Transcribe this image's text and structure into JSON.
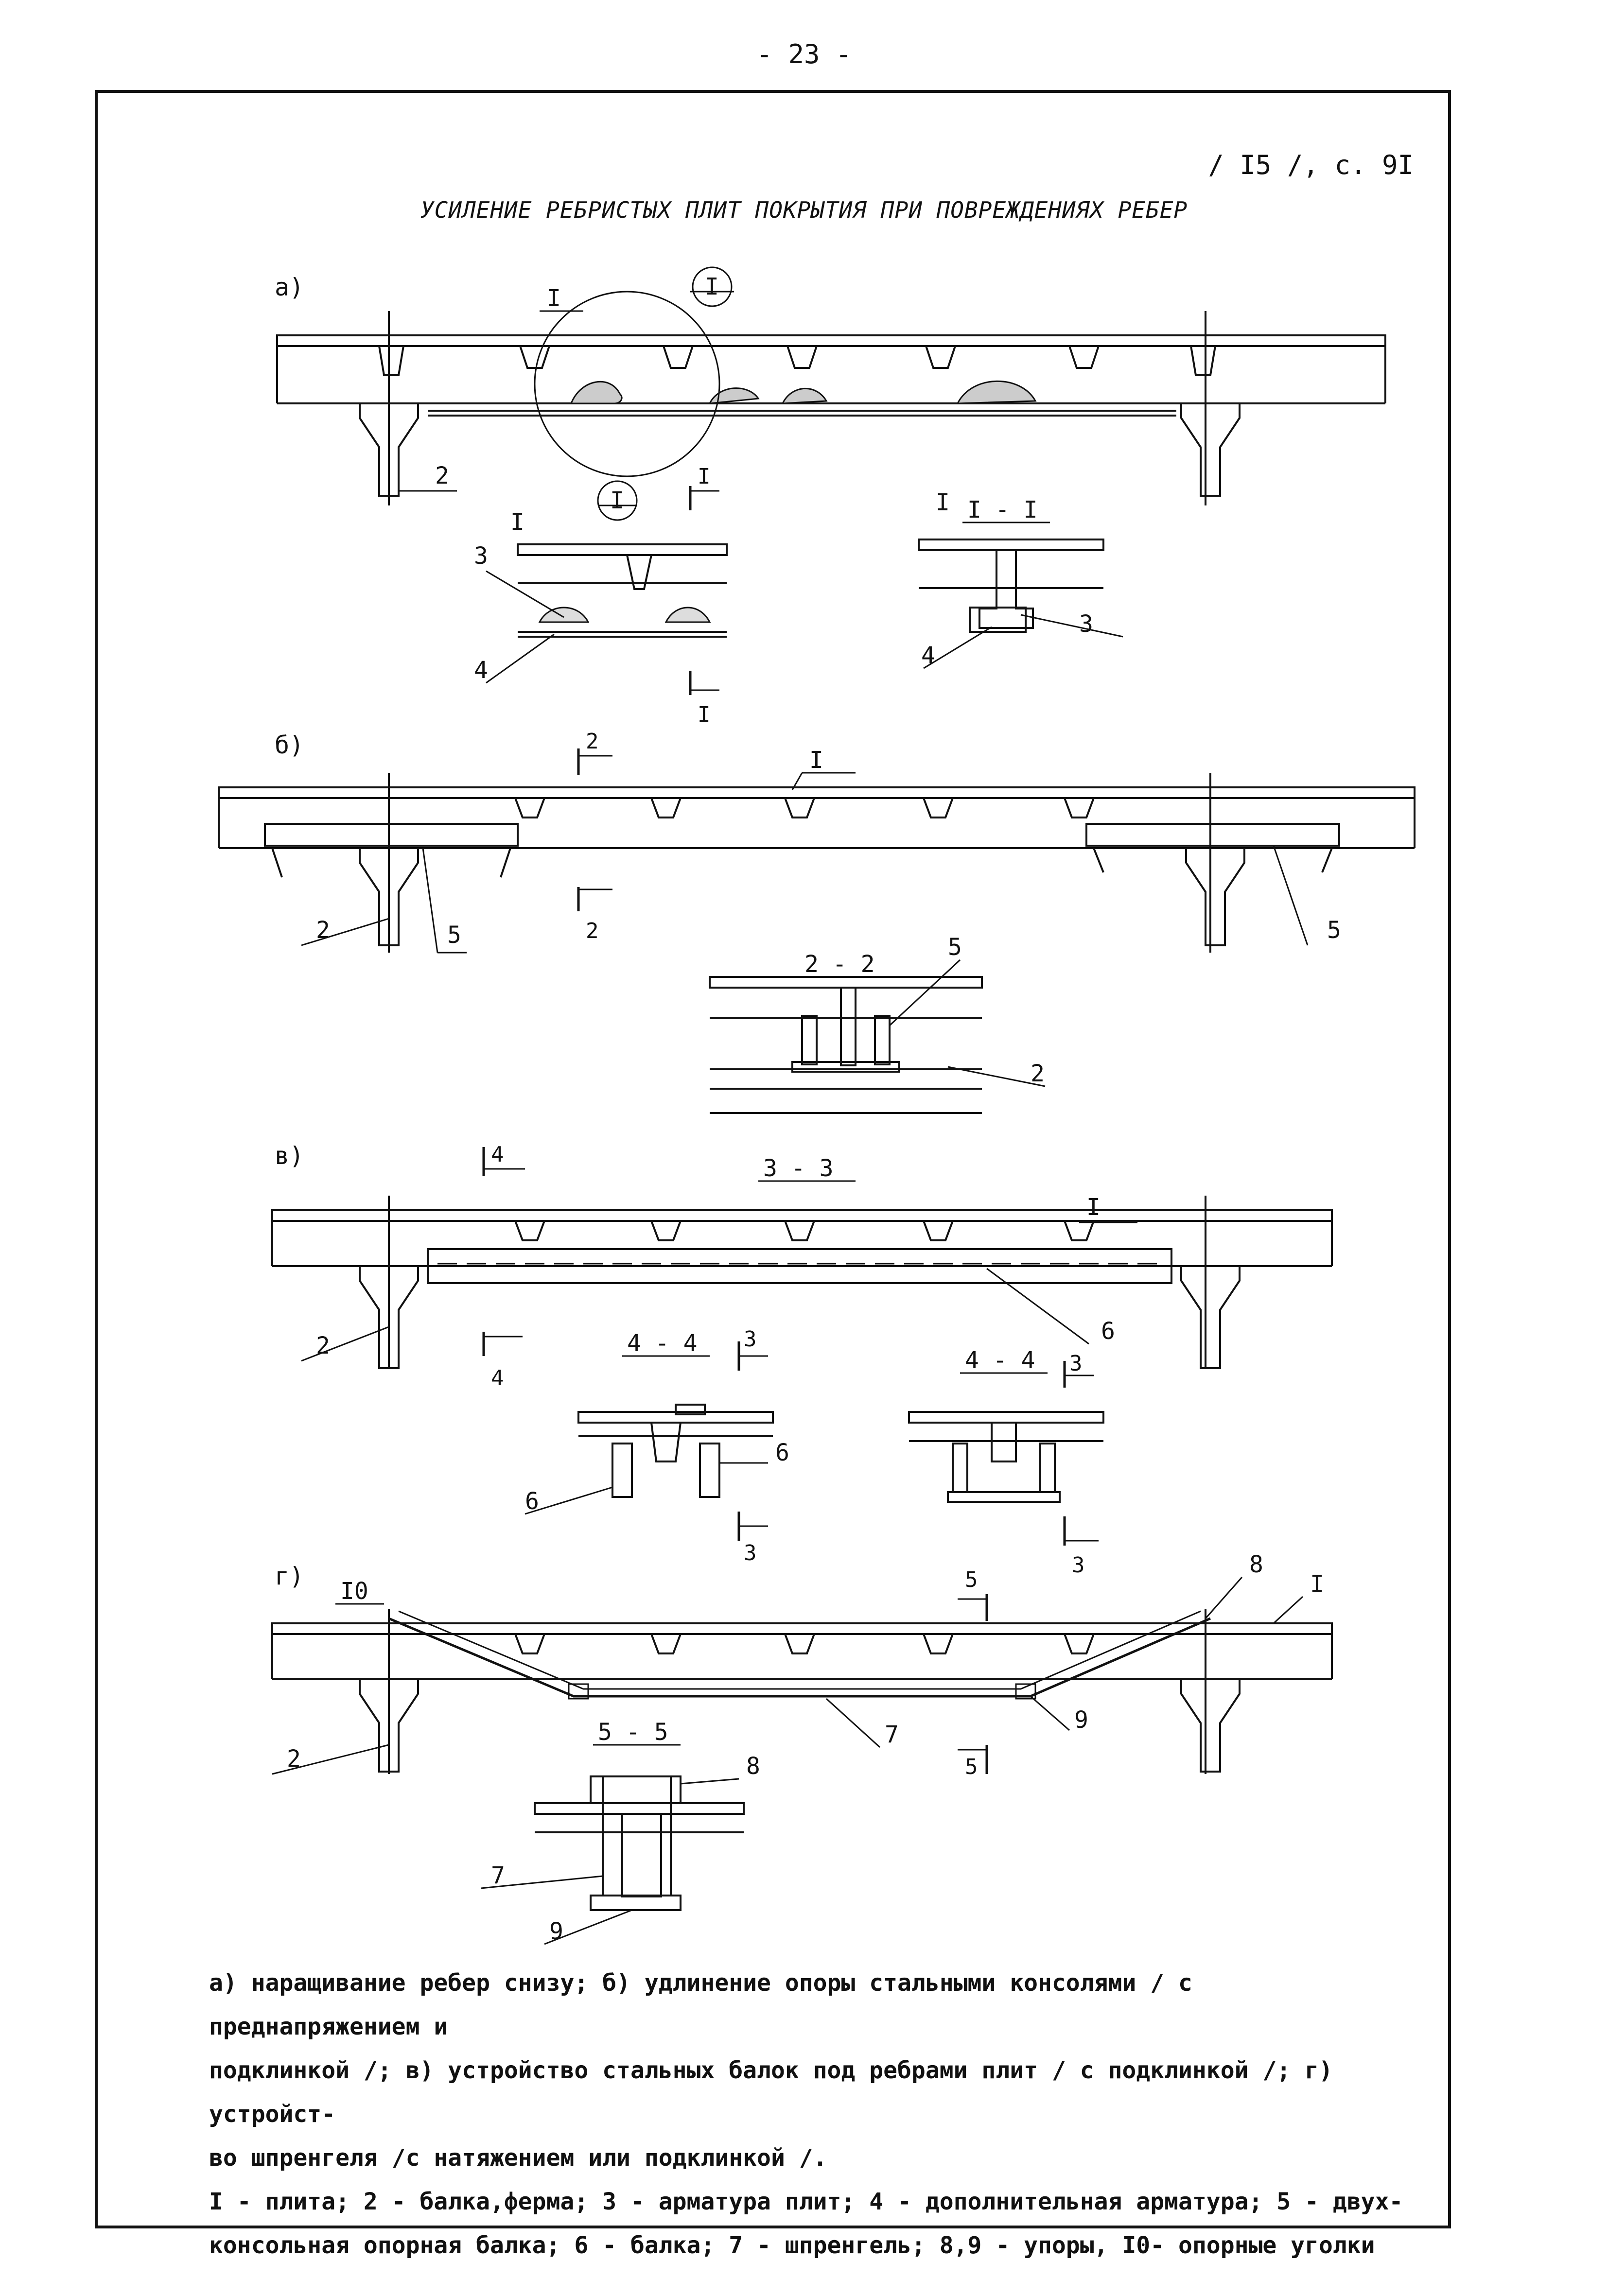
{
  "page_number": "- 23 -",
  "reference": "/ I5 /, с. 9I",
  "title": "УСИЛЕНИЕ РЕБРИСТЫХ ПЛИТ ПОКРЫТИЯ ПРИ ПОВРЕЖДЕНИЯХ РЕБЕР",
  "panels": {
    "a": {
      "label": "а)",
      "view_callout": "I",
      "section_title": "I - I",
      "section_mark": "I",
      "labels": {
        "slab": "I",
        "beam": "2",
        "rebar": "3",
        "extra_rebar": "4"
      }
    },
    "b": {
      "label": "б)",
      "section_title": "2 - 2",
      "section_mark": "2",
      "labels": {
        "slab": "I",
        "beam": "2",
        "console": "5"
      }
    },
    "v": {
      "label": "в)",
      "section_title": "3 - 3",
      "section_title_b": "4 - 4",
      "section_mark_a": "4",
      "section_mark_b": "3",
      "labels": {
        "slab": "I",
        "beam": "2",
        "steel_beam": "6"
      }
    },
    "g": {
      "label": "г)",
      "section_title": "5 - 5",
      "section_mark": "5",
      "labels": {
        "slab": "I",
        "beam": "2",
        "tie": "7",
        "stop_top": "8",
        "stop_bottom": "9",
        "angles": "I0"
      }
    }
  },
  "caption": {
    "line1": "а) наращивание ребер снизу; б) удлинение опоры стальными консолями / с преднапряжением и",
    "line2": "подклинкой /; в) устройство стальных балок под ребрами плит / с подклинкой /; г) устройст-",
    "line3": "во шпренгеля /с натяжением или подклинкой /.",
    "line4": "I - плита; 2 - балка,ферма; 3 - арматура плит; 4 - дополнительная арматура; 5 - двух-",
    "line5": "консольная опорная балка; 6 - балка; 7 - шпренгель; 8,9 - упоры, I0- опорные уголки"
  }
}
